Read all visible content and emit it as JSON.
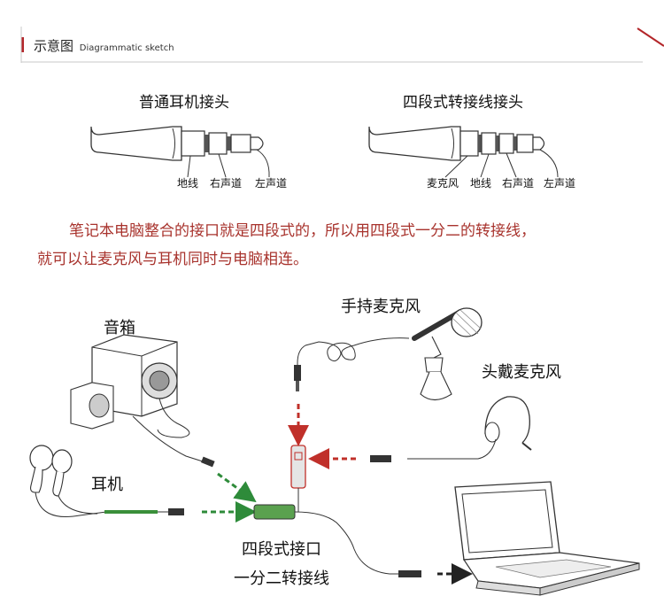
{
  "header": {
    "title": "示意图",
    "subtitle": "Diagrammatic sketch",
    "accent_color": "#b3262a"
  },
  "plugs": {
    "standard": {
      "title": "普通耳机接头",
      "labels": [
        "地线",
        "右声道",
        "左声道"
      ]
    },
    "four_pole": {
      "title": "四段式转接线接头",
      "labels": [
        "麦克风",
        "地线",
        "右声道",
        "左声道"
      ]
    }
  },
  "description": {
    "line1": "笔记本电脑整合的接口就是四段式的，所以用四段式一分二的转接线，",
    "line2": "就可以让麦克风与耳机同时与电脑相连。",
    "color": "#a8332d"
  },
  "devices": {
    "speaker": "音箱",
    "earphone": "耳机",
    "handheld_mic": "手持麦克风",
    "headset_mic": "头戴麦克风",
    "adapter_line1": "四段式接口",
    "adapter_line2": "一分二转接线"
  },
  "arrow_colors": {
    "speaker": "#2e8b3a",
    "earphone": "#2e8b3a",
    "mic": "#c0302a",
    "laptop": "#222222"
  }
}
